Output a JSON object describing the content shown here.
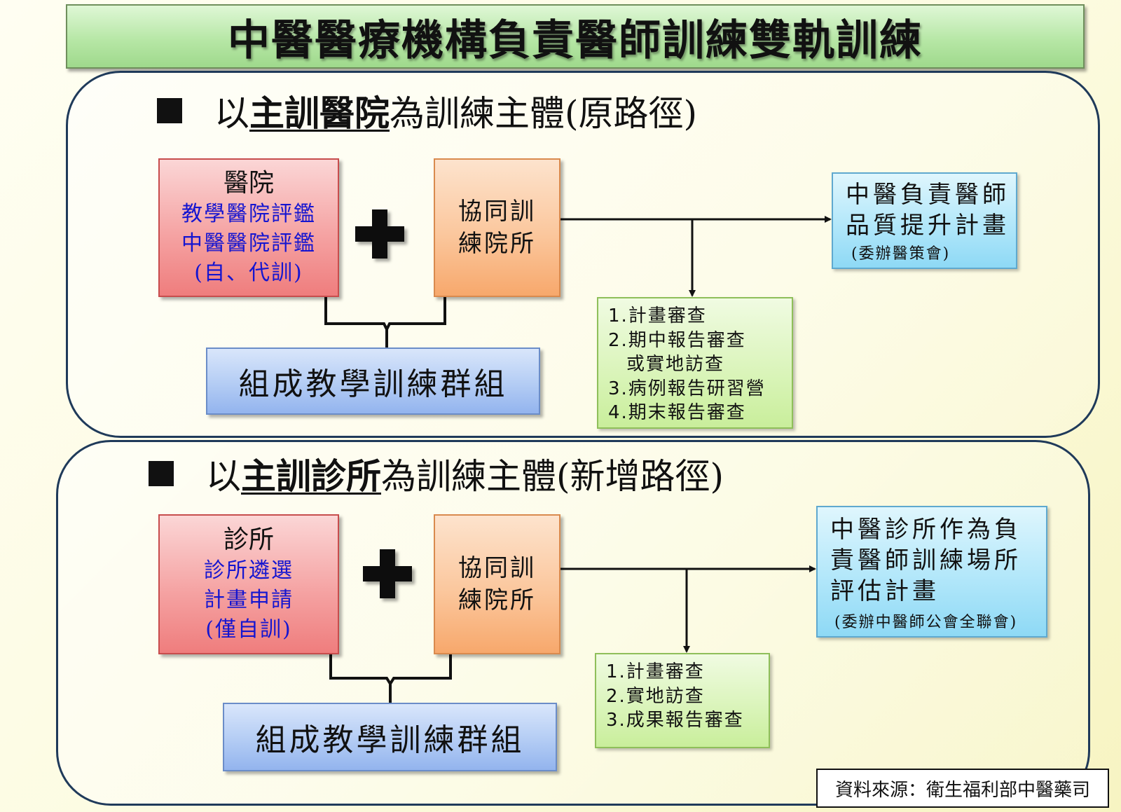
{
  "title": "中醫醫療機構負責醫師訓練雙軌訓練",
  "section1": {
    "heading_pre": "以",
    "heading_emph": "主訓醫院",
    "heading_post": "為訓練主體(原路徑)",
    "hospital_box": {
      "title": "醫院",
      "lines": [
        "教學醫院評鑑",
        "中醫醫院評鑑",
        "(自、代訓)"
      ]
    },
    "plus_icon": "plus-icon",
    "partner_box": {
      "lines": [
        "協同訓",
        "練院所"
      ]
    },
    "group_box": "組成教學訓練群組",
    "review_box": {
      "lines": [
        "1.計畫審查",
        "2.期中報告審查",
        "或實地訪查",
        "3.病例報告研習營",
        "4.期末報告審查"
      ]
    },
    "plan_box": {
      "lines": [
        "中醫負責醫師",
        "品質提升計畫"
      ],
      "note": "(委辦醫策會)"
    }
  },
  "section2": {
    "heading_pre": "以",
    "heading_emph": "主訓診所",
    "heading_post": "為訓練主體(新增路徑)",
    "clinic_box": {
      "title": "診所",
      "lines": [
        "診所遴選",
        "計畫申請",
        "(僅自訓)"
      ]
    },
    "plus_icon": "plus-icon",
    "partner_box": {
      "lines": [
        "協同訓",
        "練院所"
      ]
    },
    "group_box": "組成教學訓練群組",
    "review_box": {
      "lines": [
        "1.計畫審查",
        "2.實地訪查",
        "3.成果報告審查"
      ]
    },
    "plan_box": {
      "lines": [
        "中醫診所作為負",
        "責醫師訓練場所",
        "評估計畫"
      ],
      "note": "(委辦中醫師公會全聯會)"
    }
  },
  "source": "資料來源：衛生福利部中醫藥司",
  "colors": {
    "banner": "#b7e7a6",
    "red_box": "#f5a3a3",
    "orange_box": "#fbc79d",
    "blue_box": "#b3ccf4",
    "green_box": "#d9f4b8",
    "cyan_box": "#b2e7fa",
    "blue_text": "#1515d0",
    "panel_border": "#1f3a5a"
  }
}
